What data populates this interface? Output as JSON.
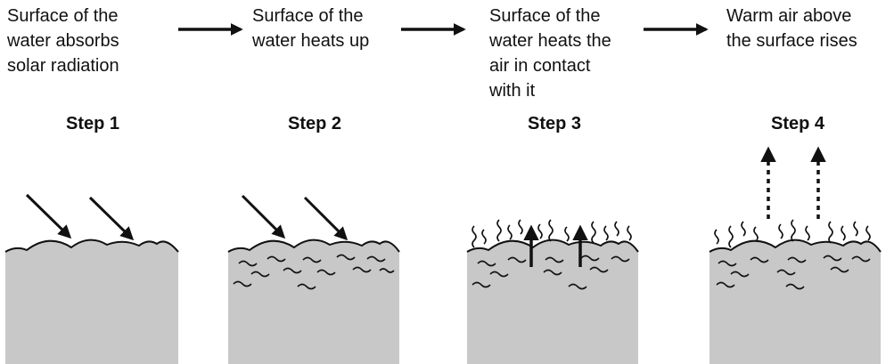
{
  "steps": [
    {
      "caption_lines": [
        "Surface of the",
        "water absorbs",
        "solar radiation"
      ],
      "label": "Step 1"
    },
    {
      "caption_lines": [
        "Surface of the",
        "water heats up"
      ],
      "label": "Step 2"
    },
    {
      "caption_lines": [
        "Surface of the",
        "water heats the",
        "air in contact",
        "with it"
      ],
      "label": "Step 3"
    },
    {
      "caption_lines": [
        "Warm air above",
        "the surface rises"
      ],
      "label": "Step 4"
    }
  ],
  "colors": {
    "water": "#c8c8c8",
    "ink": "#111111"
  }
}
